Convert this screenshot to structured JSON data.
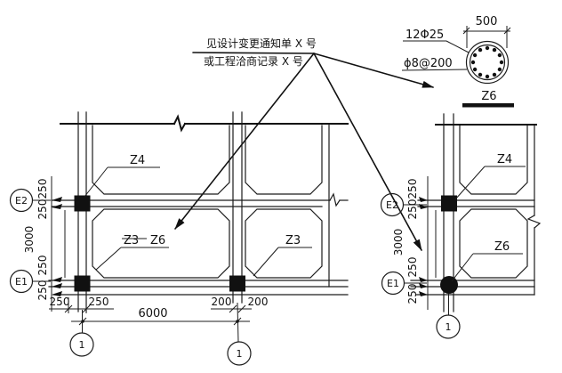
{
  "annotation": {
    "line1": "见设计变更通知单 X 号",
    "line2": "或工程洽商记录 X 号"
  },
  "detail": {
    "width_dim": "500",
    "main_rebar": "12Φ25",
    "stirrup": "ϕ8@200",
    "title": "Z6"
  },
  "left_plan": {
    "labels": {
      "z4": "Z4",
      "z3_struck": "Z3",
      "z6": "Z6",
      "z3": "Z3"
    },
    "axes": {
      "e2": "E2",
      "e1": "E1",
      "col1": "1",
      "col2": "1"
    },
    "dims": {
      "e2_above": "250",
      "e2_below": "250",
      "span": "3000",
      "e1_above": "250",
      "e1_below": "250",
      "g1_left": "250",
      "g1_right": "250",
      "g2_left": "200",
      "g2_right": "200",
      "bay": "6000"
    }
  },
  "right_plan": {
    "labels": {
      "z4": "Z4",
      "z6": "Z6"
    },
    "axes": {
      "e2": "E2",
      "e1": "E1",
      "col1": "1"
    },
    "dims": {
      "e2_above": "250",
      "e2_below": "250",
      "span": "3000",
      "e1_above": "250",
      "e1_below": "250"
    }
  },
  "colors": {
    "ink": "#1c1c1c",
    "background": "#ffffff"
  }
}
